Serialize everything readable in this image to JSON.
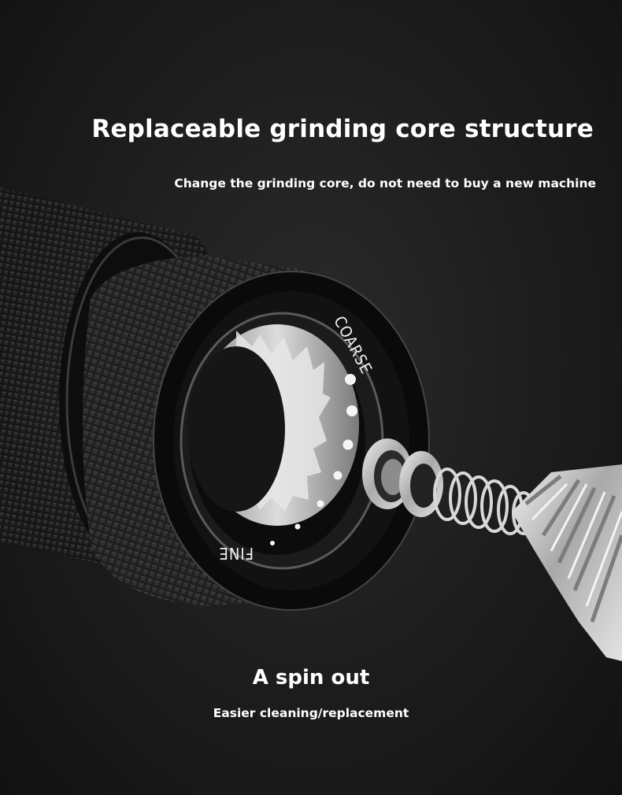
{
  "header": {
    "title": "Replaceable grinding core structure",
    "subtitle": "Change the grinding core, do not need to buy a new machine"
  },
  "footer": {
    "title": "A spin out",
    "subtitle": "Easier cleaning/replacement"
  },
  "dial": {
    "coarse_label": "COARSE",
    "fine_label": "FINE"
  },
  "colors": {
    "background": "#1c1c1c",
    "body_metal": "#2a2a2a",
    "burr_steel": "#c9c9c9",
    "text": "#ffffff"
  }
}
